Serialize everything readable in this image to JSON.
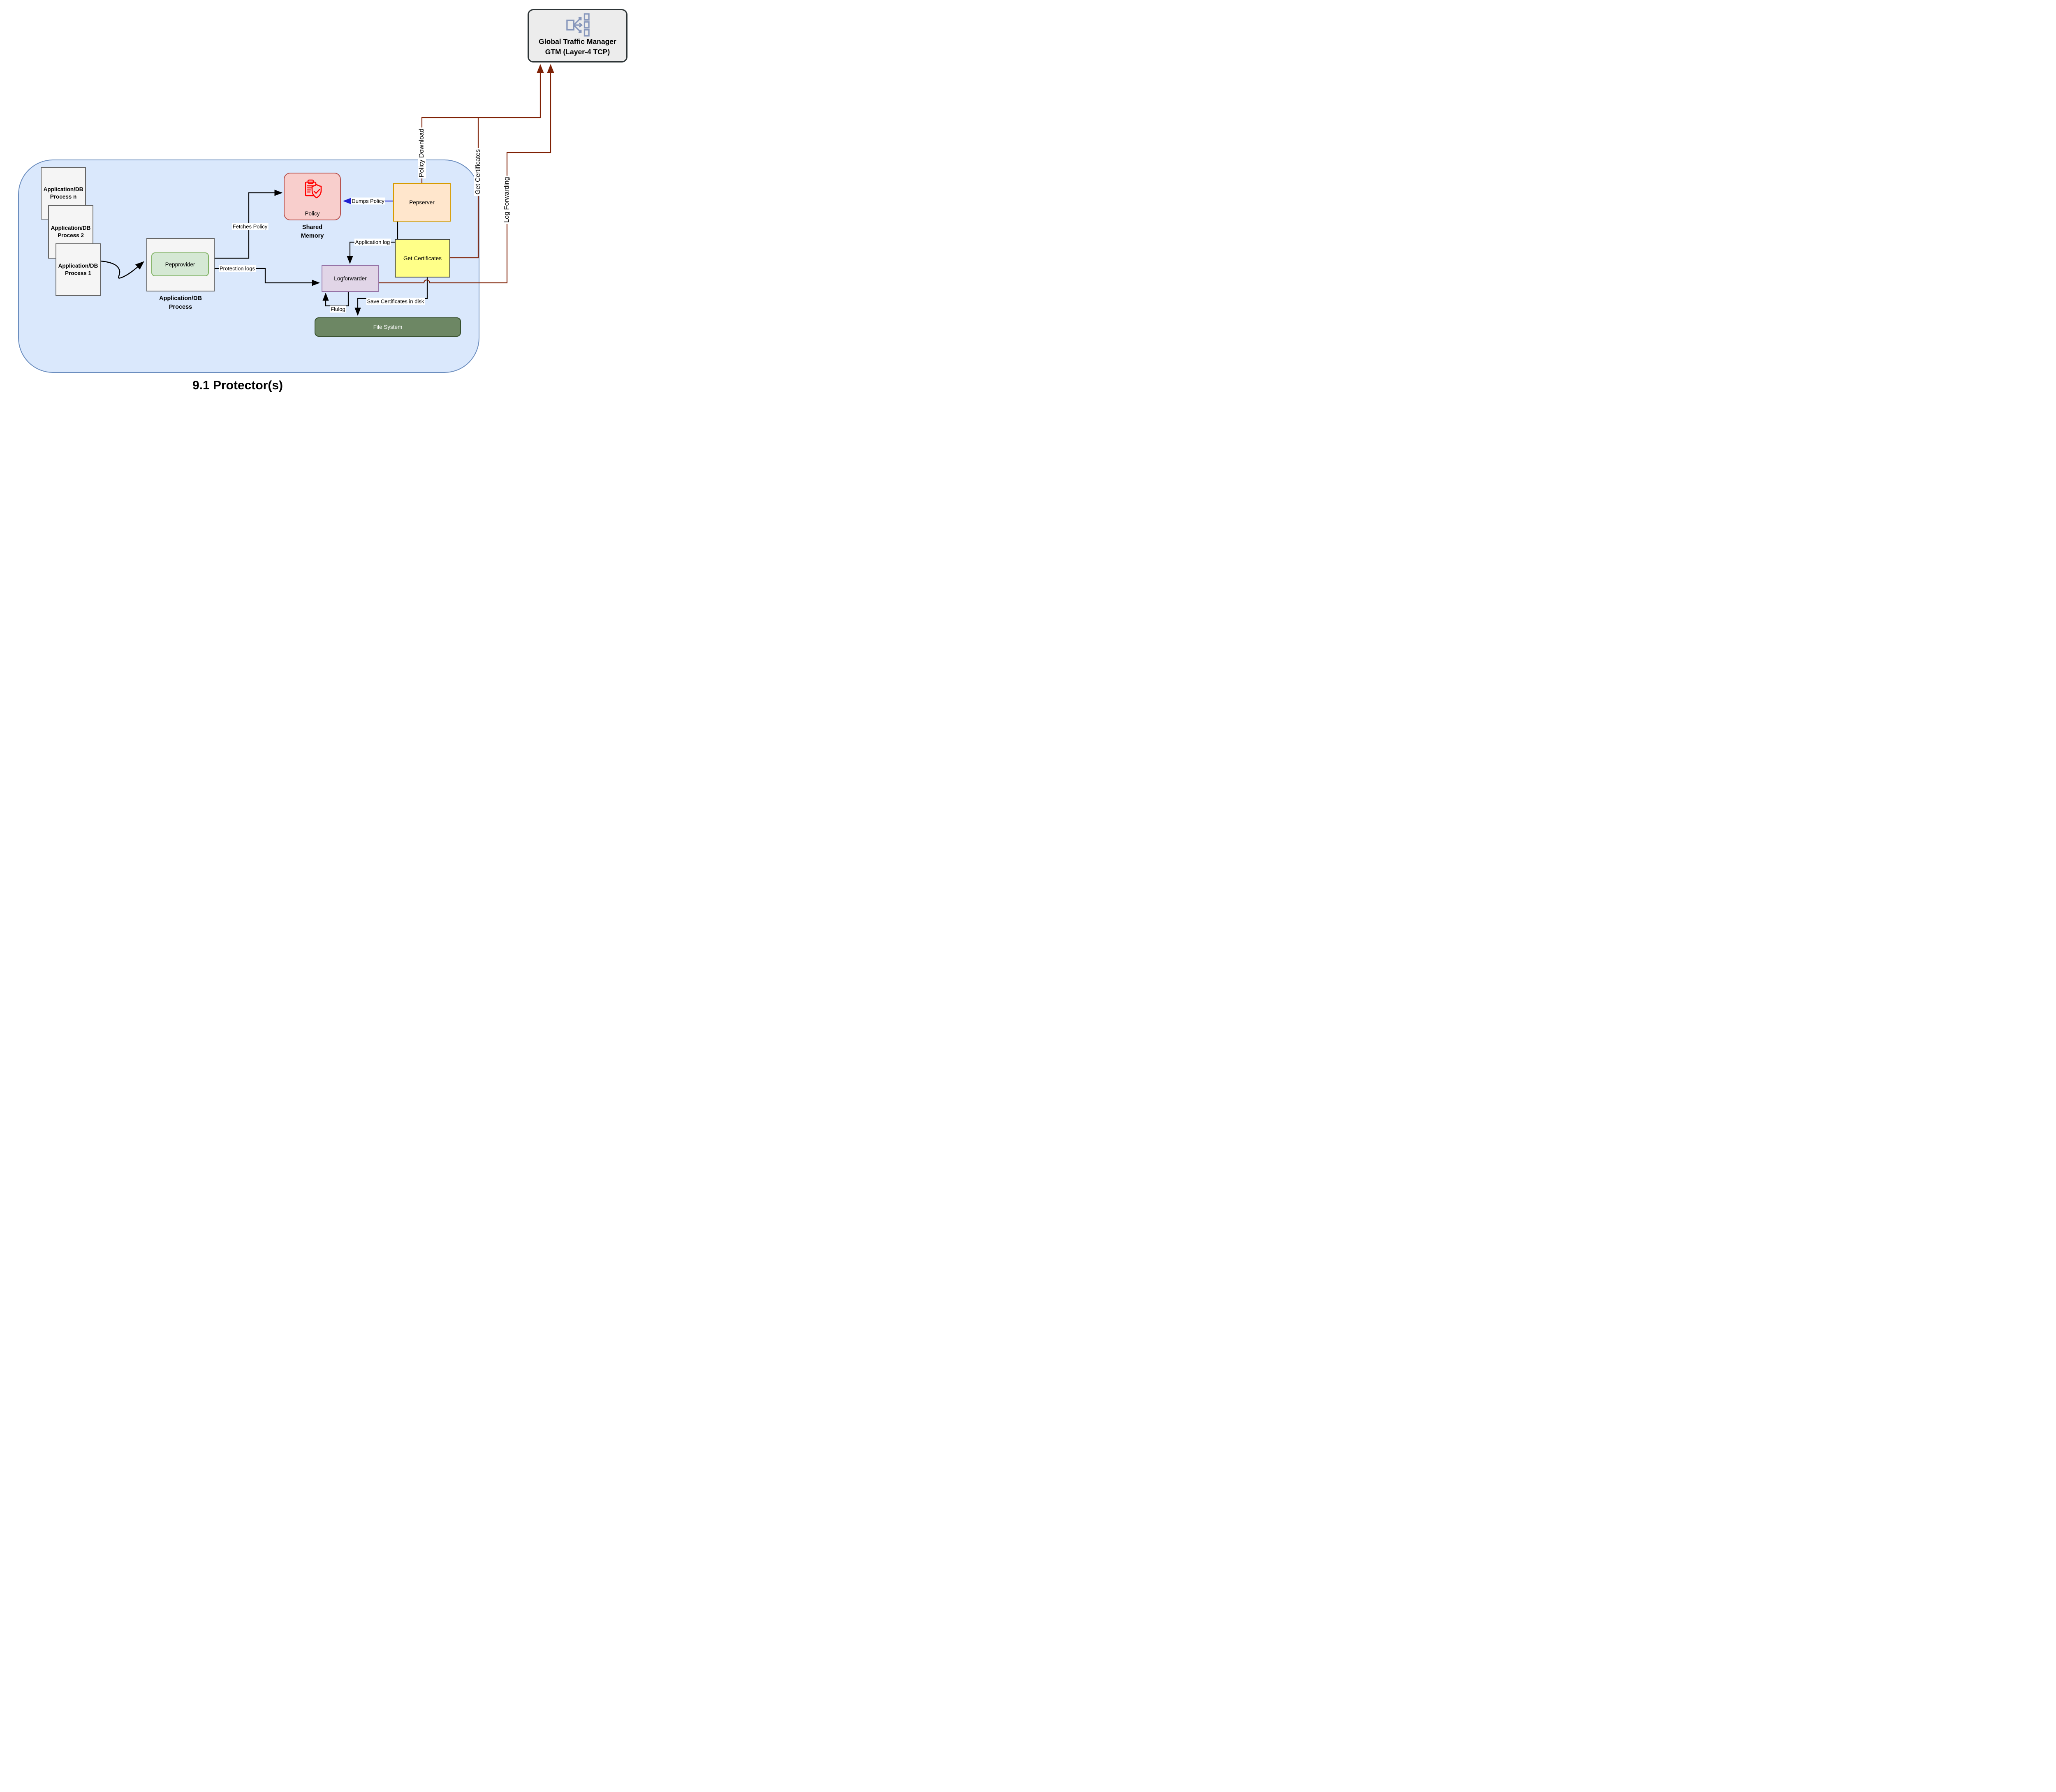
{
  "title": {
    "text": "9.1 Protector(s)"
  },
  "gtm": {
    "line1": "Global Traffic Manager",
    "line2": "GTM (Layer-4 TCP)"
  },
  "nodes": {
    "process_n": {
      "line1": "Application/DB",
      "line2": "Process n"
    },
    "process_2": {
      "line1": "Application/DB",
      "line2": "Process 2"
    },
    "process_1": {
      "line1": "Application/DB",
      "line2": "Process 1"
    },
    "app_process": {
      "inner_label": "Pepprovider",
      "caption1": "Application/DB",
      "caption2": "Process"
    },
    "policy": {
      "label": "Policy",
      "caption1": "Shared",
      "caption2": "Memory"
    },
    "pepserver": {
      "label": "Pepserver"
    },
    "get_certificates": {
      "label": "Get Certificates"
    },
    "logforwarder": {
      "label": "Logforwarder"
    },
    "file_system": {
      "label": "File System"
    }
  },
  "edge_labels": {
    "fetches_policy": "Fetches Policy",
    "protection_logs": "Protection logs",
    "dumps_policy": "Dumps Policy",
    "application_log": "Application log",
    "flulog": "Flulog",
    "save_certificates": "Save Certificates in disk",
    "policy_download": "Policy Download",
    "get_certificates": "Get Certificates",
    "log_forwarding": "Log Forwarding"
  },
  "icons": {
    "gtm": "load-balancer-icon",
    "policy": "clipboard-shield-check-icon"
  },
  "colors": {
    "container_fill": "#dae8fc",
    "container_border": "#6c8ebf",
    "process_fill": "#f5f5f5",
    "process_border": "#666666",
    "pepprovider_fill": "#d5e8d4",
    "pepprovider_border": "#82b366",
    "policy_fill": "#f8cecc",
    "policy_border": "#b85450",
    "policy_icon": "#ff0000",
    "pepserver_fill": "#ffe6cc",
    "pepserver_border": "#d79b00",
    "get_certificates_fill": "#ffff88",
    "get_certificates_border": "#36393d",
    "logforwarder_fill": "#e1d5e7",
    "logforwarder_border": "#9673a6",
    "file_system_fill": "#6d8764",
    "file_system_border": "#37502d",
    "file_system_text": "#ffffff",
    "gtm_fill": "#ececec",
    "gtm_border": "#2d3436",
    "gtm_icon": "#8696bb",
    "edge_black": "#000000",
    "edge_red": "#7f2105",
    "edge_blue": "#2020d0",
    "label_bg": "#ffffff",
    "text": "#000000"
  }
}
